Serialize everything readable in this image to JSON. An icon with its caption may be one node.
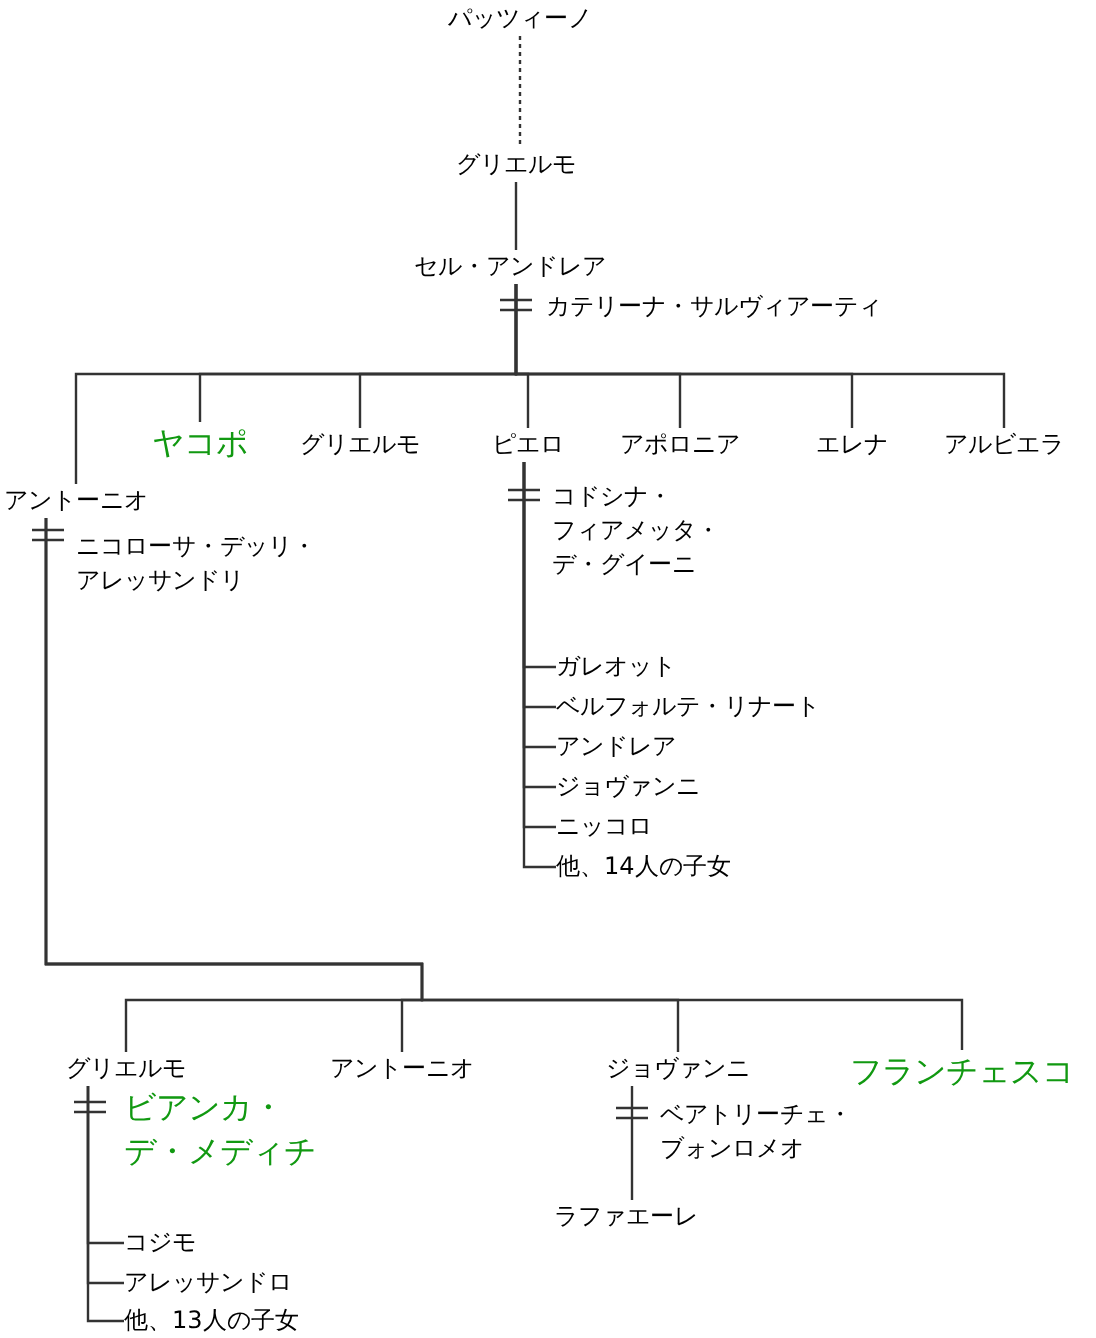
{
  "diagram": {
    "nodes": [
      {
        "text": [
          "パッツィーノ"
        ]
      },
      {
        "text": [
          "グリエルモ"
        ]
      },
      {
        "text": [
          "セル・アンドレア"
        ]
      },
      {
        "text": [
          "カテリーナ・サルヴィアーティ"
        ]
      },
      {
        "text": [
          "アントーニオ"
        ]
      },
      {
        "text": [
          "ヤコポ"
        ]
      },
      {
        "text": [
          "グリエルモ"
        ]
      },
      {
        "text": [
          "ピエロ"
        ]
      },
      {
        "text": [
          "アポロニア"
        ]
      },
      {
        "text": [
          "エレナ"
        ]
      },
      {
        "text": [
          "アルビエラ"
        ]
      },
      {
        "text": [
          "ニコローサ・デッリ・アレッサンドリ"
        ]
      },
      {
        "text": [
          "コドシナ・フィアメッタ・デ・グイーニ"
        ]
      },
      {
        "text": [
          "ガレオット"
        ]
      },
      {
        "text": [
          "ベルフォルテ・リナート"
        ]
      },
      {
        "text": [
          "アンドレア"
        ]
      },
      {
        "text": [
          "ジョヴァンニ"
        ]
      },
      {
        "text": [
          "ニッコロ"
        ]
      },
      {
        "text": [
          "他、14人の子女"
        ]
      },
      {
        "text": [
          "グリエルモ"
        ]
      },
      {
        "text": [
          "アントーニオ"
        ]
      },
      {
        "text": [
          "ジョヴァンニ"
        ]
      },
      {
        "text": [
          "フランチェスコ"
        ]
      },
      {
        "text": [
          "ビアンカ・デ・メディチ"
        ]
      },
      {
        "text": [
          "ベアトリーチェ・ブォンロメオ"
        ]
      },
      {
        "text": [
          "ラファエーレ"
        ]
      },
      {
        "text": [
          "コジモ"
        ]
      },
      {
        "text": [
          "アレッサンドロ"
        ]
      },
      {
        "text": [
          "他、13人の子女"
        ]
      }
    ],
    "edges": [
      {
        "from": 0,
        "to": 1,
        "arrow": "none",
        "style": "dashed"
      },
      {
        "from": 1,
        "to": 2,
        "arrow": "none"
      },
      {
        "from": 2,
        "to": 4,
        "arrow": "none"
      },
      {
        "from": 2,
        "to": 5,
        "arrow": "none"
      },
      {
        "from": 2,
        "to": 6,
        "arrow": "none"
      },
      {
        "from": 2,
        "to": 7,
        "arrow": "none"
      },
      {
        "from": 2,
        "to": 8,
        "arrow": "none"
      },
      {
        "from": 2,
        "to": 9,
        "arrow": "none"
      },
      {
        "from": 2,
        "to": 10,
        "arrow": "none"
      },
      {
        "from": 7,
        "to": 13,
        "arrow": "none"
      },
      {
        "from": 7,
        "to": 14,
        "arrow": "none"
      },
      {
        "from": 7,
        "to": 15,
        "arrow": "none"
      },
      {
        "from": 7,
        "to": 16,
        "arrow": "none"
      },
      {
        "from": 7,
        "to": 17,
        "arrow": "none"
      },
      {
        "from": 7,
        "to": 18,
        "arrow": "none"
      },
      {
        "from": 4,
        "to": 19,
        "arrow": "none"
      },
      {
        "from": 4,
        "to": 20,
        "arrow": "none"
      },
      {
        "from": 4,
        "to": 21,
        "arrow": "none"
      },
      {
        "from": 4,
        "to": 22,
        "arrow": "none"
      },
      {
        "from": 19,
        "to": 26,
        "arrow": "none"
      },
      {
        "from": 19,
        "to": 27,
        "arrow": "none"
      },
      {
        "from": 19,
        "to": 28,
        "arrow": "none"
      },
      {
        "from": 21,
        "to": 25,
        "arrow": "none"
      }
    ]
  }
}
